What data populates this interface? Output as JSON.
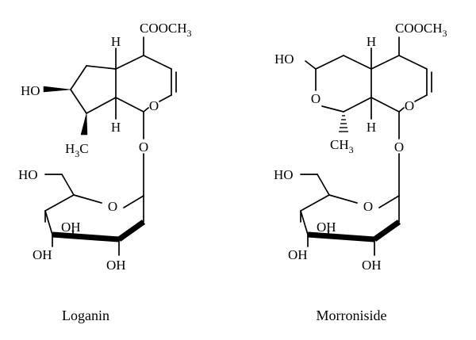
{
  "molecules": [
    {
      "caption": "Loganin",
      "atoms": {
        "ester": "COOCH",
        "ester_sub": "3",
        "h_top": "H",
        "h_bottom": "H",
        "ho": "HO",
        "ring_o": "O",
        "glyco_o": "O",
        "methyl": "H",
        "methyl_sub": "3",
        "methyl_tail": "C",
        "sugar_ho": "HO",
        "sugar_o": "O",
        "oh_inner": "OH",
        "oh_left": "OH",
        "oh_bottom": "OH"
      }
    },
    {
      "caption": "Morroniside",
      "atoms": {
        "ester": "COOCH",
        "ester_sub": "3",
        "h_top": "H",
        "h_bottom": "H",
        "ho": "HO",
        "ring_o_left": "O",
        "ring_o_right": "O",
        "glyco_o": "O",
        "methyl": "CH",
        "methyl_sub": "3",
        "sugar_ho": "HO",
        "sugar_o": "O",
        "oh_inner": "OH",
        "oh_left": "OH",
        "oh_bottom": "OH"
      }
    }
  ]
}
